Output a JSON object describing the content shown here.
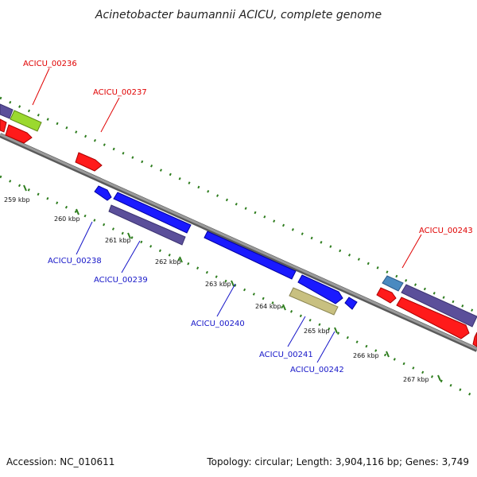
{
  "title": "Acinetobacter baumannii ACICU, complete genome",
  "footer": {
    "accession": "Accession: NC_010611",
    "summary": "Topology: circular; Length: 3,904,116 bp; Genes: 3,749"
  },
  "colors": {
    "backbone": "#8c8c8c",
    "backbone_edge": "#5a5a5a",
    "tick": "#2e7d1e",
    "label_red": "#e00000",
    "label_blue": "#1515c8",
    "gene_red": "#ff1a1a",
    "gene_blue": "#1a1aff",
    "gene_purple": "#5b4f9a",
    "gene_green": "#9bd92e",
    "gene_khaki": "#c8c080",
    "gene_steel": "#4a8ac0"
  },
  "ticks": [
    {
      "label": "259 kbp"
    },
    {
      "label": "260 kbp"
    },
    {
      "label": "261 kbp"
    },
    {
      "label": "262 kbp"
    },
    {
      "label": "263 kbp"
    },
    {
      "label": "264 kbp"
    },
    {
      "label": "265 kbp"
    },
    {
      "label": "266 kbp"
    },
    {
      "label": "267 kbp"
    }
  ],
  "gene_labels": {
    "g236": "ACICU_00236",
    "g237": "ACICU_00237",
    "g238": "ACICU_00238",
    "g239": "ACICU_00239",
    "g240": "ACICU_00240",
    "g241": "ACICU_00241",
    "g242": "ACICU_00242",
    "g243": "ACICU_00243"
  }
}
